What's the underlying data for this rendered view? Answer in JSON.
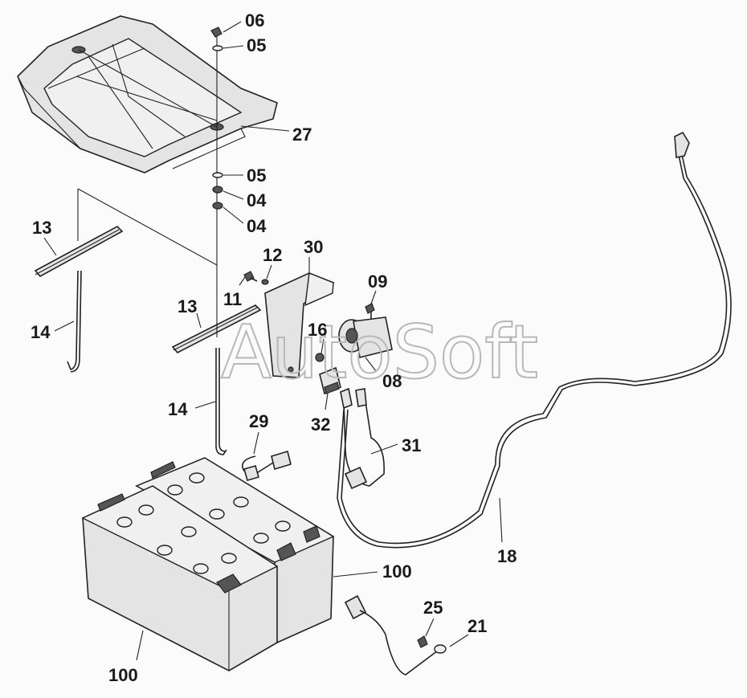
{
  "watermark": "AutoSoft",
  "labels": {
    "l06": "06",
    "l05a": "05",
    "l27": "27",
    "l05b": "05",
    "l04a": "04",
    "l04b": "04",
    "l13a": "13",
    "l14a": "14",
    "l12": "12",
    "l30": "30",
    "l11": "11",
    "l09": "09",
    "l13b": "13",
    "l16": "16",
    "l08": "08",
    "l14b": "14",
    "l32": "32",
    "l29": "29",
    "l31": "31",
    "l18": "18",
    "l100a": "100",
    "l25": "25",
    "l21": "21",
    "l100b": "100"
  }
}
